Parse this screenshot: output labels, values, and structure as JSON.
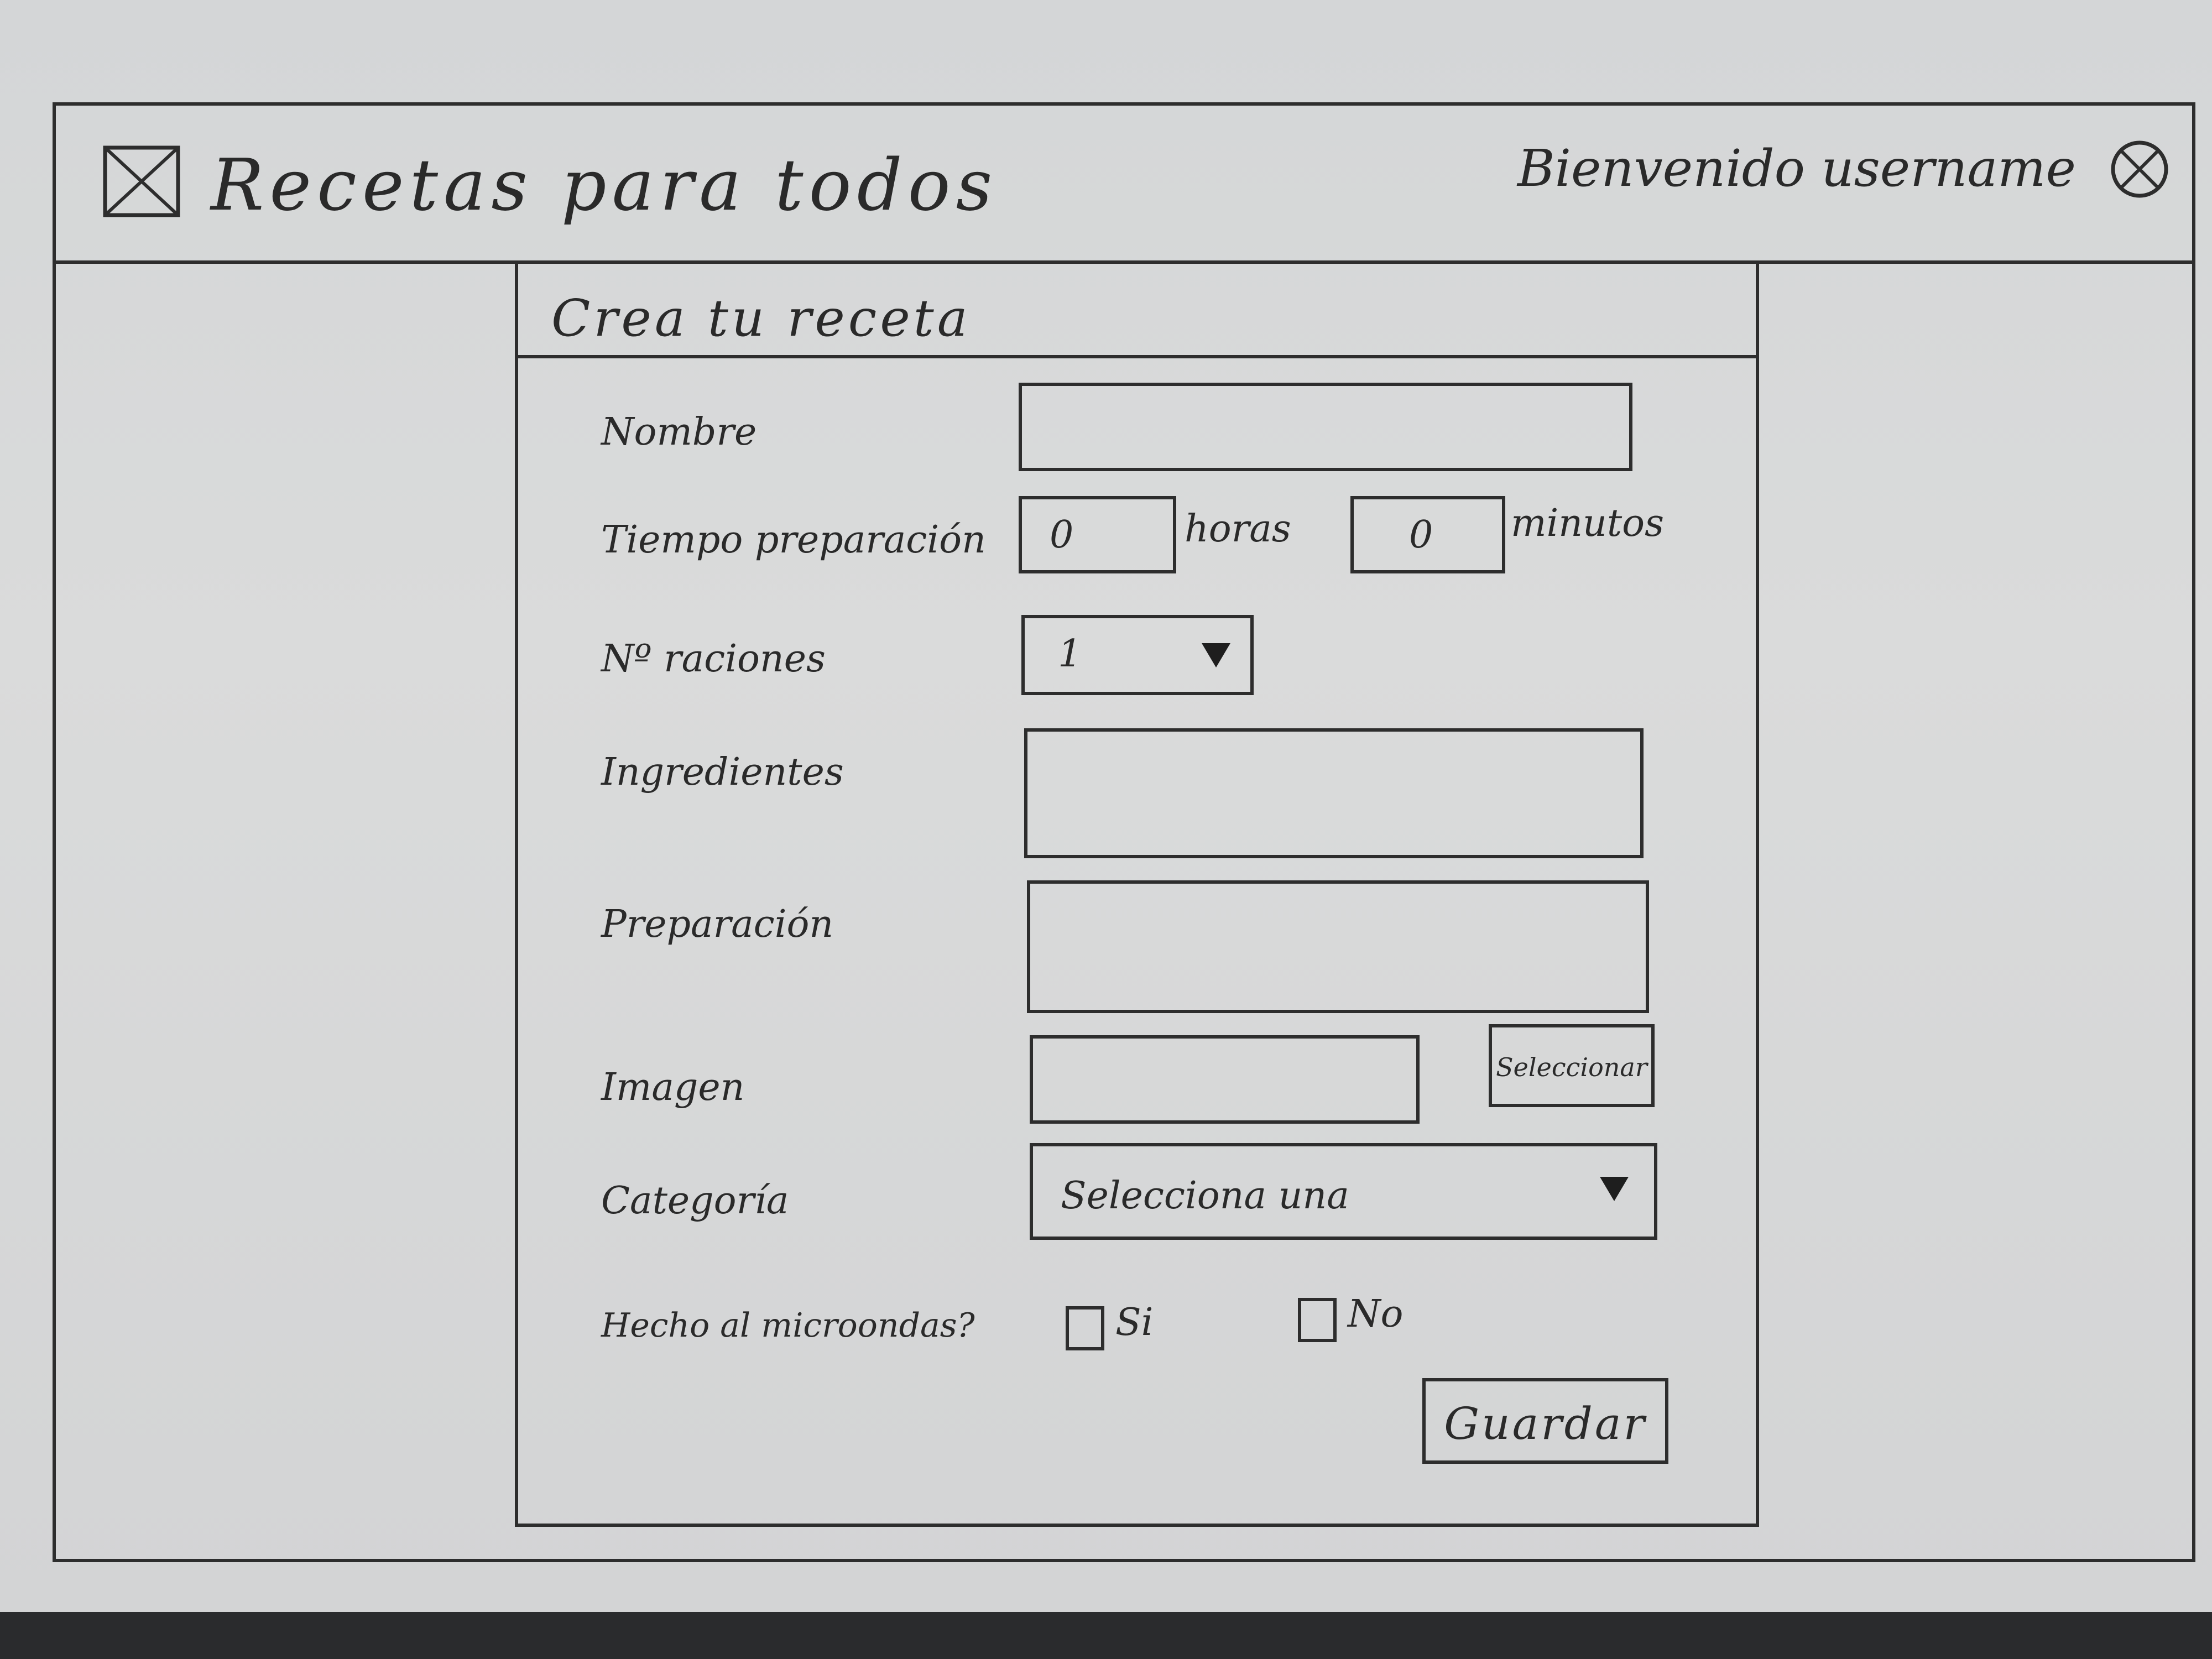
{
  "header": {
    "app_title": "Recetas para todos",
    "welcome_text": "Bienvenido username"
  },
  "form": {
    "title": "Crea tu receta",
    "name_label": "Nombre",
    "name_value": "",
    "prep_time_label": "Tiempo preparación",
    "hours_value": "0",
    "hours_unit": "horas",
    "minutes_value": "0",
    "minutes_unit": "minutos",
    "servings_label": "Nº raciones",
    "servings_value": "1",
    "ingredients_label": "Ingredientes",
    "ingredients_value": "",
    "preparation_label": "Preparación",
    "preparation_value": "",
    "image_label": "Imagen",
    "image_value": "",
    "select_button_label": "Seleccionar",
    "category_label": "Categoría",
    "category_value": "Selecciona una",
    "microwave_label": "Hecho al microondas?",
    "option_yes": "Si",
    "option_no": "No",
    "save_button_label": "Guardar"
  },
  "icons": {
    "logo": "image-placeholder-icon",
    "logout": "close-circle-icon",
    "dropdown": "triangle-down-icon"
  },
  "colors": {
    "paper": "#d6d7d8",
    "ink": "#2d2d2d"
  }
}
